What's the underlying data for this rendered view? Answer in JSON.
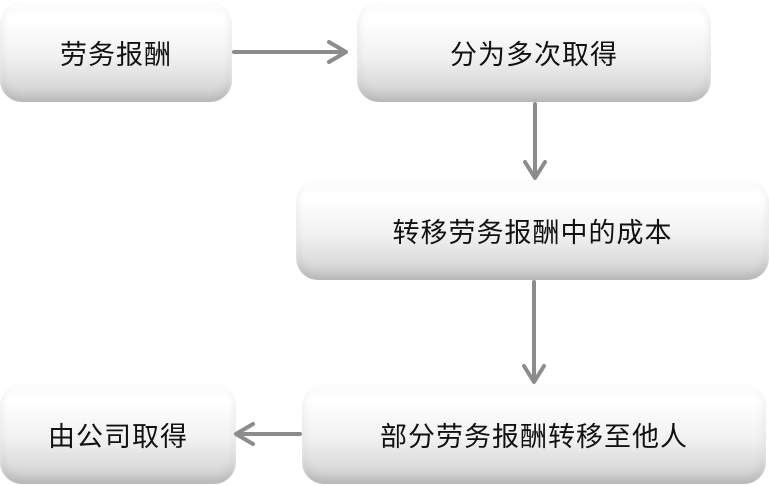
{
  "diagram": {
    "nodes": [
      {
        "id": "n1",
        "label": "劳务报酬"
      },
      {
        "id": "n2",
        "label": "分为多次取得"
      },
      {
        "id": "n3",
        "label": "转移劳务报酬中的成本"
      },
      {
        "id": "n4",
        "label": "部分劳务报酬转移至他人"
      },
      {
        "id": "n5",
        "label": "由公司取得"
      }
    ],
    "edges": [
      {
        "from": "n1",
        "to": "n2"
      },
      {
        "from": "n2",
        "to": "n3"
      },
      {
        "from": "n3",
        "to": "n4"
      },
      {
        "from": "n4",
        "to": "n5"
      }
    ],
    "colors": {
      "arrow": "#8c8c8c",
      "text": "#111111"
    }
  }
}
